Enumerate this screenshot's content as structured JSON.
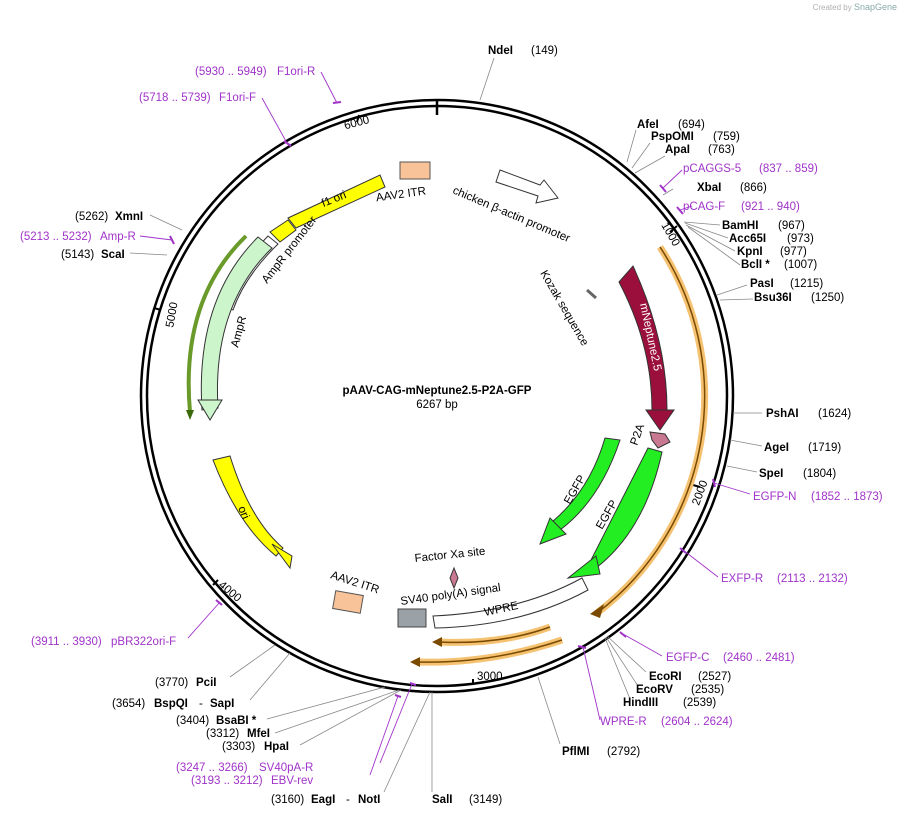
{
  "watermark": {
    "created_by": "Created by",
    "brand": "SnapGene"
  },
  "plasmid": {
    "name": "pAAV-CAG-mNeptune2.5-P2A-GFP",
    "size": "6267 bp"
  },
  "ticks": [
    "1000",
    "2000",
    "3000",
    "4000",
    "5000",
    "6000"
  ],
  "enzymes": [
    {
      "name": "NdeI",
      "pos": "(149)"
    },
    {
      "name": "AfeI",
      "pos": "(694)"
    },
    {
      "name": "PspOMI",
      "pos": "(759)"
    },
    {
      "name": "ApaI",
      "pos": "(763)"
    },
    {
      "name": "XbaI",
      "pos": "(866)"
    },
    {
      "name": "BamHI",
      "pos": "(967)"
    },
    {
      "name": "Acc65I",
      "pos": "(973)"
    },
    {
      "name": "KpnI",
      "pos": "(977)"
    },
    {
      "name": "BclI *",
      "pos": "(1007)"
    },
    {
      "name": "PasI",
      "pos": "(1215)"
    },
    {
      "name": "Bsu36I",
      "pos": "(1250)"
    },
    {
      "name": "PshAI",
      "pos": "(1624)"
    },
    {
      "name": "AgeI",
      "pos": "(1719)"
    },
    {
      "name": "SpeI",
      "pos": "(1804)"
    },
    {
      "name": "EcoRI",
      "pos": "(2527)"
    },
    {
      "name": "EcoRV",
      "pos": "(2535)"
    },
    {
      "name": "HindIII",
      "pos": "(2539)"
    },
    {
      "name": "PflMI",
      "pos": "(2792)"
    },
    {
      "name": "SalI",
      "pos": "(3149)"
    },
    {
      "name": "EagI",
      "pos": "(3160)"
    },
    {
      "name": "NotI",
      "pos": ""
    },
    {
      "name": "HpaI",
      "pos": "(3303)"
    },
    {
      "name": "MfeI",
      "pos": "(3312)"
    },
    {
      "name": "BsaBI *",
      "pos": "(3404)"
    },
    {
      "name": "BspQI",
      "pos": "(3654)"
    },
    {
      "name": "SapI",
      "pos": ""
    },
    {
      "name": "PciI",
      "pos": "(3770)"
    },
    {
      "name": "ScaI",
      "pos": "(5143)"
    },
    {
      "name": "XmnI",
      "pos": "(5262)"
    }
  ],
  "primers": [
    {
      "name": "F1ori-R",
      "range": "(5930 .. 5949)"
    },
    {
      "name": "F1ori-F",
      "range": "(5718 .. 5739)"
    },
    {
      "name": "pCAGGS-5",
      "range": "(837 .. 859)"
    },
    {
      "name": "pCAG-F",
      "range": "(921 .. 940)"
    },
    {
      "name": "Amp-R",
      "range": "(5213 .. 5232)"
    },
    {
      "name": "EGFP-N",
      "range": "(1852 .. 1873)"
    },
    {
      "name": "EXFP-R",
      "range": "(2113 .. 2132)"
    },
    {
      "name": "EGFP-C",
      "range": "(2460 .. 2481)"
    },
    {
      "name": "WPRE-R",
      "range": "(2604 .. 2624)"
    },
    {
      "name": "pBR322ori-F",
      "range": "(3911 .. 3930)"
    },
    {
      "name": "SV40pA-R",
      "range": "(3247 .. 3266)"
    },
    {
      "name": "EBV-rev",
      "range": "(3193 .. 3212)"
    }
  ],
  "features": {
    "f1_ori": "f1 ori",
    "aav2_itr_left": "AAV2 ITR",
    "chicken_promoter": "chicken β-actin promoter",
    "kozak": "Kozak sequence",
    "mneptune": "mNeptune2.5",
    "p2a": "P2A",
    "egfp_inner": "EGFP",
    "egfp_outer": "EGFP",
    "ampr_promoter": "AmpR promoter",
    "ampr": "AmpR",
    "ori": "ori",
    "factor_xa": "Factor Xa site",
    "aav2_itr_right": "AAV2 ITR",
    "sv40": "SV40 poly(A) signal",
    "wpre": "WPRE"
  },
  "colors": {
    "mneptune": "#9b0f3c",
    "egfp": "#22ee22",
    "itr": "#f9c39a",
    "ori": "#ffff00",
    "ampr": "#ccf5cc",
    "primer": "#a033c8",
    "orf": "#f5c272"
  }
}
